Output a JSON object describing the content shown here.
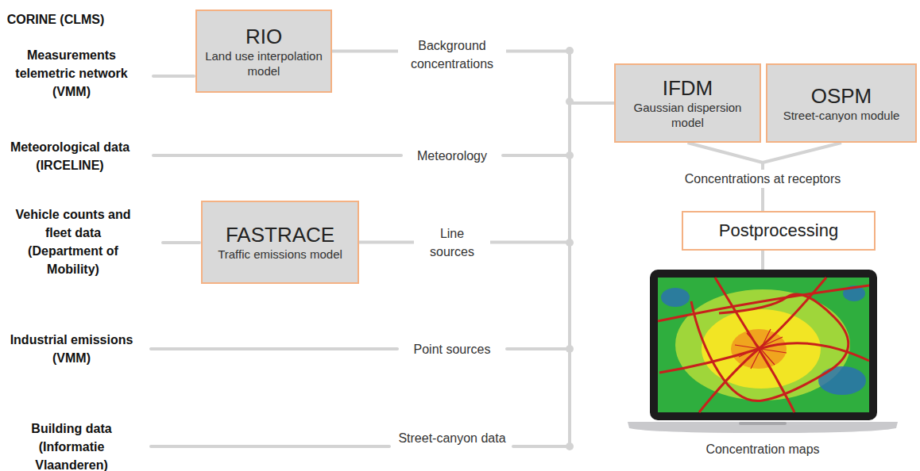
{
  "diagram": {
    "nodes": [
      {
        "text": [
          "RIO",
          "Land use interpolation model"
        ]
      },
      {
        "text": [
          "FASTRACE",
          "Traffic emissions model"
        ]
      },
      {
        "text": [
          "IFDM",
          "Gaussian dispersion model"
        ]
      },
      {
        "text": [
          "OSPM",
          "Street-canyon module"
        ]
      },
      {
        "text": [
          "Postprocessing"
        ]
      }
    ],
    "edges": [
      {
        "from": 0,
        "to": 2,
        "arrow": "none",
        "label": "Background concentrations"
      },
      {
        "from": 1,
        "to": 2,
        "arrow": "none",
        "label": "Line sources"
      },
      {
        "from": 2,
        "to": 4,
        "arrow": "none",
        "label": "Concentrations at receptors"
      },
      {
        "from": 3,
        "to": 4,
        "arrow": "none"
      }
    ],
    "labels": [
      "CORINE (CLMS)",
      "Measurements telemetric network (VMM)",
      "Meteorological data (IRCELINE)",
      "Meteorology",
      "Vehicle counts and fleet data (Department of Mobility)",
      "Industrial emissions (VMM)",
      "Point sources",
      "Building data (Informatie Vlaanderen)",
      "Street-canyon data",
      "Concentration maps"
    ]
  }
}
